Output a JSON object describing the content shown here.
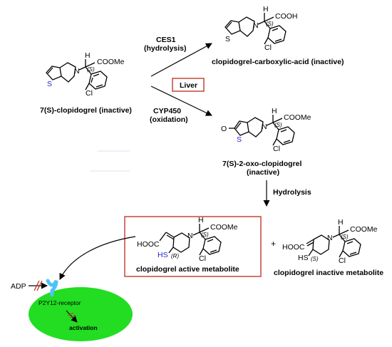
{
  "colors": {
    "liver_box": "#c0392b",
    "active_box": "#c0392b",
    "sulfur": "#1f1fd0",
    "cell": "#22dd22",
    "receptor": "#4fc3f7"
  },
  "compounds": {
    "clopidogrel": {
      "name": "7(S)-clopidogrel (inactive)",
      "H": "H",
      "stereo": "(S)",
      "N": "N",
      "S": "S",
      "Cl": "Cl",
      "ester": "COOMe"
    },
    "carboxylic": {
      "name": "clopidogrel-carboxylic-acid (inactive)",
      "H": "H",
      "stereo": "(S)",
      "N": "N",
      "S": "S",
      "Cl": "Cl",
      "acid": "COOH"
    },
    "oxo": {
      "name_line1": "7(S)-2-oxo-clopidogrel",
      "name_line2": "(inactive)",
      "H": "H",
      "stereo": "(S)",
      "N": "N",
      "S": "S",
      "O": "O",
      "Cl": "Cl",
      "ester": "COOMe"
    },
    "active": {
      "name": "clopidogrel active metabolite",
      "H": "H",
      "stereo": "(S)",
      "stereo2": "(R)",
      "N": "N",
      "HS": "HS",
      "HOOC": "HOOC",
      "Cl": "Cl",
      "ester": "COOMe"
    },
    "inactive_met": {
      "name": "clopidogrel inactive metabolite",
      "H": "H",
      "stereo": "(S)",
      "stereo2": "(S)",
      "N": "N",
      "HS": "HS",
      "HOOC": "HOOC",
      "Cl": "Cl",
      "ester": "COOMe"
    }
  },
  "reactions": {
    "ces1_line1": "CES1",
    "ces1_line2": "(hydrolysis)",
    "cyp_line1": "CYP450",
    "cyp_line2": "(oxidation)",
    "liver": "Liver",
    "hydrolysis": "Hydrolysis",
    "plus": "+"
  },
  "cell": {
    "adp": "ADP",
    "receptor": "P2Y12-receptor",
    "activation": "activation"
  }
}
